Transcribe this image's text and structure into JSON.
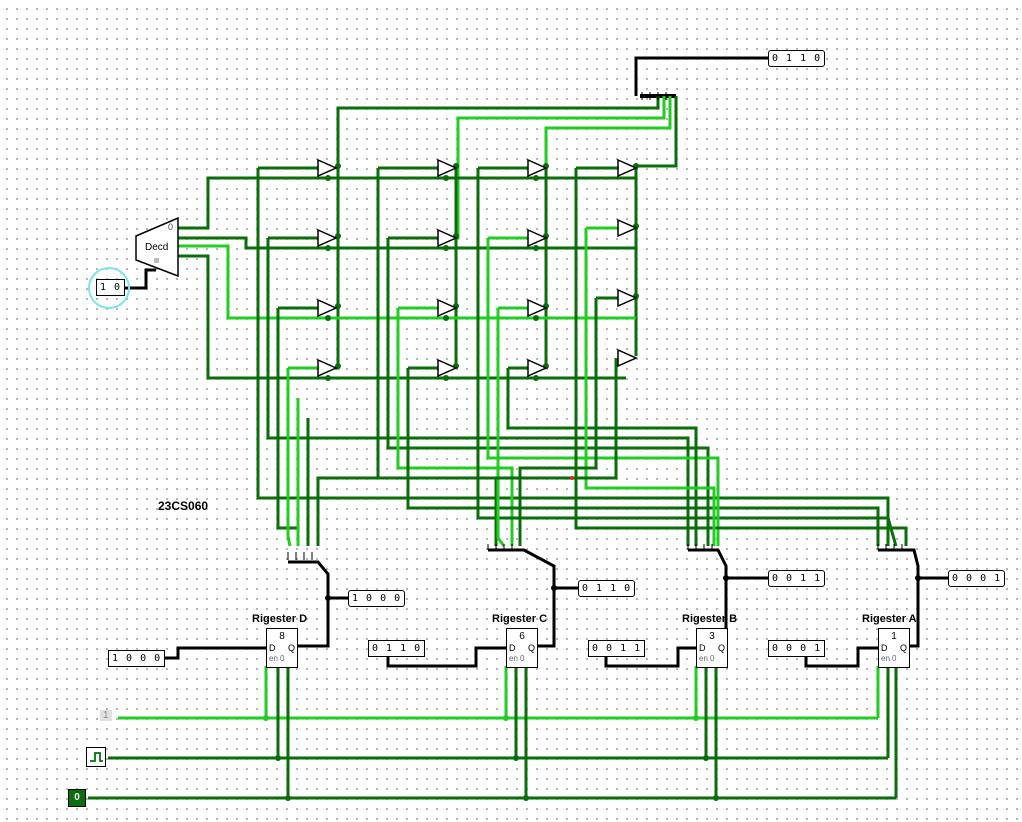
{
  "circuit": {
    "label": "23CS060"
  },
  "bus_output": {
    "value": "0 1 1 0"
  },
  "select_input": {
    "value": "1 0"
  },
  "decoder": {
    "label": "Decd",
    "pin0": "0"
  },
  "registers": [
    {
      "title": "Rigester D",
      "stored": "8",
      "probe": "1 0 0 0",
      "input": "1 0 0 0",
      "d": "D",
      "q": "Q",
      "en": "en",
      "zero": "0"
    },
    {
      "title": "Rigester C",
      "stored": "6",
      "probe": "0 1 1 0",
      "input": "0 1 1 0",
      "d": "D",
      "q": "Q",
      "en": "en",
      "zero": "0"
    },
    {
      "title": "Rigester B",
      "stored": "3",
      "probe": "0 0 1 1",
      "input": "0 0 1 1",
      "d": "D",
      "q": "Q",
      "en": "en",
      "zero": "0"
    },
    {
      "title": "Rigester A",
      "stored": "1",
      "probe": "0 0 0 1",
      "input": "0 0 0 1",
      "d": "D",
      "q": "Q",
      "en": "en",
      "zero": "0"
    }
  ],
  "enable_constant": {
    "value": "1"
  },
  "reset_input": {
    "value": "0"
  },
  "colors": {
    "wire_dark": "#0a6e0a",
    "wire_bright": "#22cc22",
    "bus": "#000000",
    "halo": "#7fe3ea"
  }
}
